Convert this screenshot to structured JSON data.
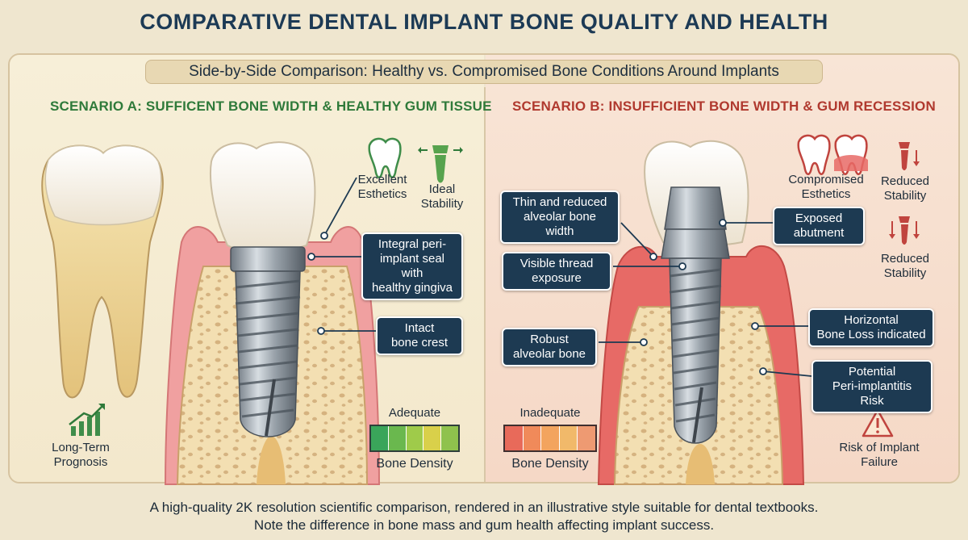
{
  "title": "COMPARATIVE DENTAL IMPLANT BONE QUALITY AND HEALTH",
  "subtitle": "Side-by-Side Comparison: Healthy vs. Compromised Bone Conditions Around Implants",
  "scenario_a": {
    "heading": "SCENARIO A: SUFFICENT BONE WIDTH & HEALTHY GUM TISSUE",
    "excellent_esthetics": "Excellent\nEsthetics",
    "ideal_stability": "Ideal\nStability",
    "callout_seal": "Integral peri-\nimplant seal with\nhealthy gingiva",
    "callout_crest": "Intact\nbone crest",
    "density_rating": "Adequate",
    "density_label": "Bone Density",
    "prognosis": "Long-Term\nPrognosis",
    "density_colors": [
      "#3aa55a",
      "#6ab84e",
      "#9fcb4a",
      "#d9d04a",
      "#8fc24d"
    ]
  },
  "scenario_b": {
    "heading": "SCENARIO B: INSUFFICIENT BONE WIDTH & GUM RECESSION",
    "callout_thin": "Thin and reduced\nalveolar bone width",
    "callout_thread": "Visible thread\nexposure",
    "callout_robust": "Robust\nalveolar bone",
    "callout_abutment": "Exposed\nabutment",
    "callout_horizontal": "Horizontal\nBone Loss indicated",
    "callout_periimplantitis": "Potential\nPeri-implantitis Risk",
    "compromised_esthetics": "Compromised\nEsthetics",
    "reduced_stability_1": "Reduced\nStability",
    "reduced_stability_2": "Reduced\nStability",
    "density_rating": "Inadequate",
    "density_label": "Bone Density",
    "risk": "Risk of Implant\nFailure",
    "density_colors": [
      "#e86a5a",
      "#f08a5a",
      "#f3a45e",
      "#f1b96a",
      "#ee9a72"
    ]
  },
  "footer": {
    "line1": "A high-quality 2K resolution scientific comparison, rendered in an illustrative style suitable for dental textbooks.",
    "line2": "Note the difference in bone mass and gum health affecting implant success."
  },
  "colors": {
    "navy": "#1d3a52",
    "green": "#2f7a3a",
    "red": "#b0392e",
    "gum_healthy": "#e98c8c",
    "gum_inflamed": "#e05a55",
    "bone": "#f1dcae"
  },
  "icons": [
    "tooth-icon",
    "implant-stability-icon",
    "gum-recession-icon",
    "reduced-stability-icon",
    "growth-chart-icon",
    "warning-icon"
  ]
}
